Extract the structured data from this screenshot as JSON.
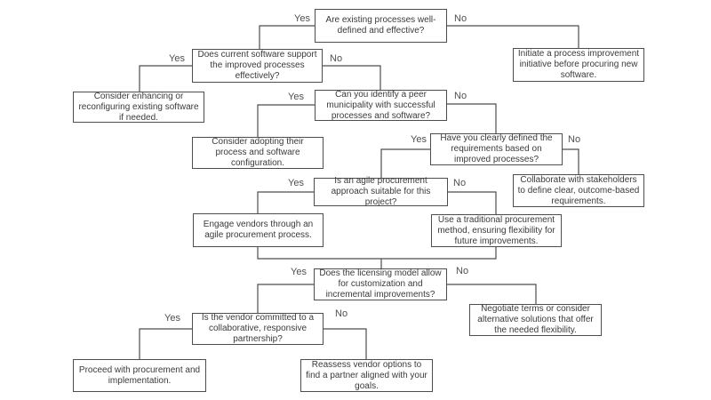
{
  "diagram_type": "flowchart",
  "labels": {
    "yes": "Yes",
    "no": "No"
  },
  "nodes": [
    {
      "id": "q1",
      "kind": "decision",
      "text": "Are existing processes well-defined and effective?"
    },
    {
      "id": "a1_no",
      "kind": "action",
      "text": "Initiate a process improvement initiative before procuring new software."
    },
    {
      "id": "q2",
      "kind": "decision",
      "text": "Does current software support the improved processes effectively?"
    },
    {
      "id": "a2_yes",
      "kind": "action",
      "text": "Consider enhancing or reconfiguring existing software if needed."
    },
    {
      "id": "q3",
      "kind": "decision",
      "text": "Can you identify a peer municipality with successful processes and software?"
    },
    {
      "id": "a3_yes",
      "kind": "action",
      "text": "Consider adopting their process and software configuration."
    },
    {
      "id": "q4",
      "kind": "decision",
      "text": "Have you clearly defined the requirements based on improved processes?"
    },
    {
      "id": "a4_no",
      "kind": "action",
      "text": "Collaborate with stakeholders to define clear, outcome-based requirements."
    },
    {
      "id": "q5",
      "kind": "decision",
      "text": "Is an agile procurement approach suitable for this project?"
    },
    {
      "id": "a5_yes",
      "kind": "action",
      "text": "Engage vendors through an agile procurement process."
    },
    {
      "id": "a5_no",
      "kind": "action",
      "text": "Use a traditional procurement method, ensuring flexibility for future improvements."
    },
    {
      "id": "q6",
      "kind": "decision",
      "text": "Does the licensing model allow for customization and incremental improvements?"
    },
    {
      "id": "a6_no",
      "kind": "action",
      "text": "Negotiate terms or consider alternative solutions that offer the needed flexibility."
    },
    {
      "id": "q7",
      "kind": "decision",
      "text": "Is the vendor committed to a collaborative, responsive partnership?"
    },
    {
      "id": "a7_yes",
      "kind": "action",
      "text": "Proceed with procurement and implementation."
    },
    {
      "id": "a7_no",
      "kind": "action",
      "text": "Reassess vendor options to find a partner aligned with your goals."
    }
  ],
  "edges": [
    {
      "from": "q1",
      "to": "q2",
      "label": "Yes"
    },
    {
      "from": "q1",
      "to": "a1_no",
      "label": "No"
    },
    {
      "from": "q2",
      "to": "a2_yes",
      "label": "Yes"
    },
    {
      "from": "q2",
      "to": "q3",
      "label": "No"
    },
    {
      "from": "q3",
      "to": "a3_yes",
      "label": "Yes"
    },
    {
      "from": "q3",
      "to": "q4",
      "label": "No"
    },
    {
      "from": "q4",
      "to": "q5",
      "label": "Yes"
    },
    {
      "from": "q4",
      "to": "a4_no",
      "label": "No"
    },
    {
      "from": "q5",
      "to": "a5_yes",
      "label": "Yes"
    },
    {
      "from": "q5",
      "to": "a5_no",
      "label": "No"
    },
    {
      "from": "a5_yes",
      "to": "q6",
      "label": ""
    },
    {
      "from": "a5_no",
      "to": "q6",
      "label": ""
    },
    {
      "from": "q6",
      "to": "q7",
      "label": "Yes"
    },
    {
      "from": "q6",
      "to": "a6_no",
      "label": "No"
    },
    {
      "from": "q7",
      "to": "a7_yes",
      "label": "Yes"
    },
    {
      "from": "q7",
      "to": "a7_no",
      "label": "No"
    }
  ],
  "colors": {
    "line": "#4d4d4d",
    "box_border": "#4d4d4d",
    "text": "#3a3a3a",
    "background": "#ffffff"
  }
}
